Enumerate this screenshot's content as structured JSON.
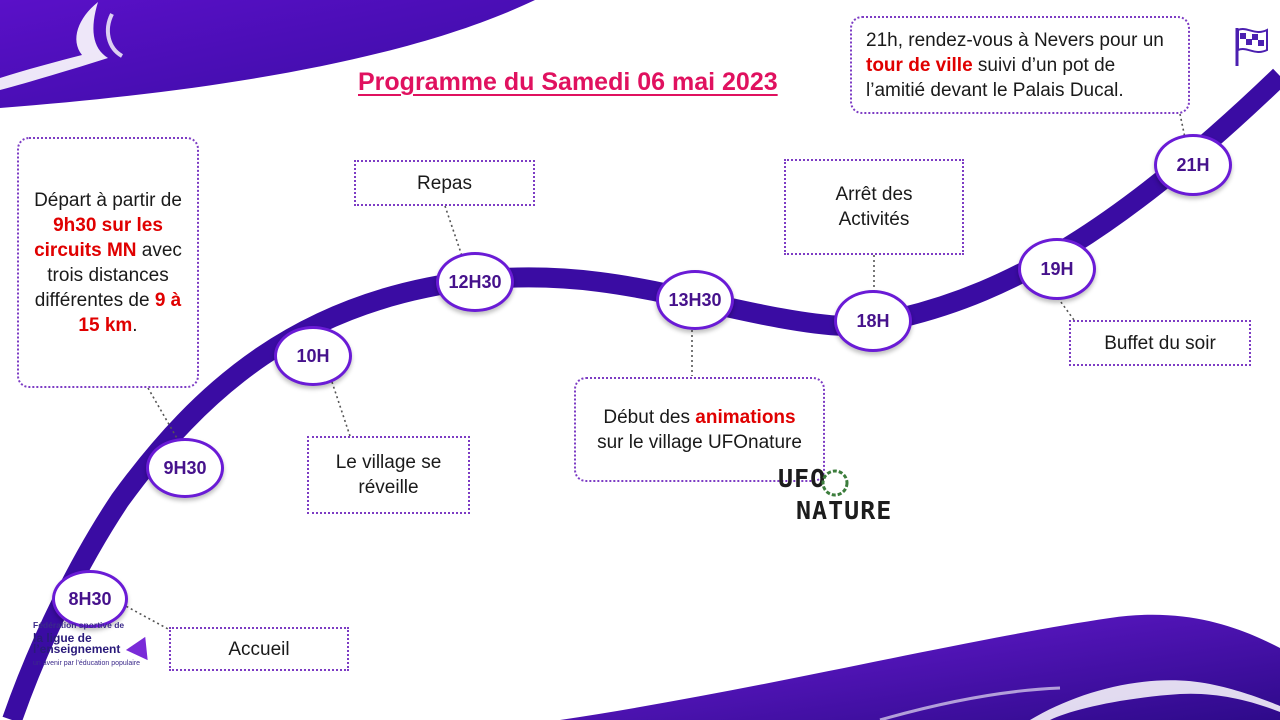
{
  "title": "Programme du Samedi 06 mai 2023",
  "timeline": [
    {
      "time": "8H30",
      "text": "Accueil"
    },
    {
      "time": "9H30",
      "parts": [
        "Départ à partir de ",
        "9h30 sur les circuits MN",
        " avec trois distances différentes de ",
        "9 à 15 km",
        "."
      ]
    },
    {
      "time": "10H",
      "text": "Le village se réveille"
    },
    {
      "time": "12H30",
      "text": "Repas"
    },
    {
      "time": "13H30",
      "parts": [
        "Début des ",
        "animations",
        " sur le village UFOnature"
      ]
    },
    {
      "time": "18H",
      "text": "Arrêt des Activités"
    },
    {
      "time": "19H",
      "text": "Buffet du soir"
    },
    {
      "time": "21H",
      "parts": [
        "21h, rendez-vous à Nevers pour un ",
        "tour  de ville",
        " suivi d’un pot de l’amitié devant le Palais Ducal."
      ]
    }
  ],
  "logos": {
    "federation": {
      "line1": "Fédération sportive de",
      "line2": "la ligue de",
      "line3": "l’enseignement",
      "line4": "un avenir par l’éducation populaire"
    },
    "ufo": {
      "line1": "UFO",
      "line2": "NATURE"
    }
  },
  "colors": {
    "path": "#3a0ca3",
    "accent": "#6a1bd6",
    "title": "#e0115f",
    "highlight": "#e00000"
  },
  "icons": [
    "flag-icon"
  ]
}
